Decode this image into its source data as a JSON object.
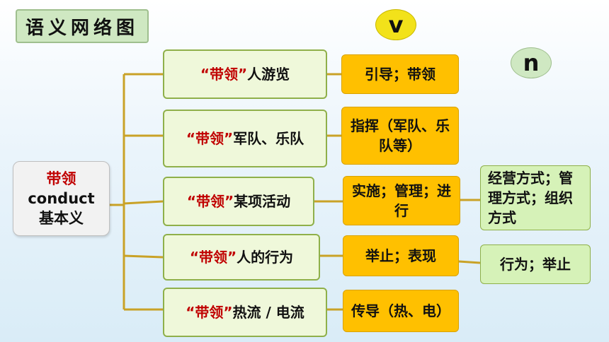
{
  "title": "语义网络图",
  "labels": {
    "verb": "v",
    "noun": "n"
  },
  "root": {
    "keyword": "带领",
    "english": "conduct",
    "caption": "基本义"
  },
  "senses": [
    {
      "quote": "“带领”",
      "text": "人游览",
      "meaning": "引导；带领"
    },
    {
      "quote": "“带领”",
      "text": "军队、乐队",
      "meaning": "指挥（军队、乐队等）"
    },
    {
      "quote": "“带领”",
      "text": "某项活动",
      "meaning": "实施；管理；进行",
      "noun_meaning": "经营方式；管理方式；组织方式"
    },
    {
      "quote": "“带领”",
      "text": "人的行为",
      "meaning": "举止；表现",
      "noun_meaning": "行为；举止"
    },
    {
      "quote": "“带领”",
      "text": "热流 / 电流",
      "meaning": "传导（热、电）"
    }
  ],
  "colors": {
    "connector": "#c9a227",
    "keyword": "#c00000",
    "meaning_box": "#ffc000",
    "sense_box": "#eff8da",
    "noun_box": "#d6f2b8",
    "verb_oval": "#f2e21a"
  }
}
